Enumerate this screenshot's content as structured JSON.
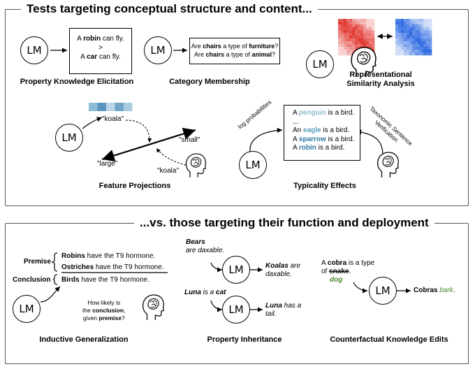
{
  "titles": {
    "top": "Tests targeting conceptual structure and content...",
    "bottom": "...vs. those targeting their function and deployment"
  },
  "lm_label": "LM",
  "property_knowledge": {
    "line1_a": "A ",
    "line1_b": "robin",
    "line1_c": " can fly.",
    "gt": ">",
    "line2_a": "A ",
    "line2_b": "car",
    "line2_c": " can fly.",
    "caption": "Property Knowledge Elicitation"
  },
  "category_membership": {
    "l1_a": "Are ",
    "l1_b": "chairs",
    "l1_c": " a type of ",
    "l1_d": "furniture",
    "l1_e": "?",
    "l2_a": "Are ",
    "l2_b": "chairs",
    "l2_c": " a type of ",
    "l2_d": "animal",
    "l2_e": "?",
    "caption": "Category Membership"
  },
  "rsa": {
    "caption_line1": "Representational",
    "caption_line2": "Similarity Analysis"
  },
  "feature_projections": {
    "koala_top": "\"koala\"",
    "small": "\"small\"",
    "large": "\"large\"",
    "koala_bottom": "\"koala\"",
    "caption": "Feature Projections",
    "vector_colors": [
      "#8dbcd6",
      "#5c95bd",
      "#b9d5e6",
      "#6fa4c7",
      "#a9cbe0"
    ]
  },
  "typicality": {
    "l1_a": "A ",
    "l1_b": "penguin",
    "l1_c": " is a bird.",
    "ellipsis": "...",
    "l2_a": "An ",
    "l2_b": "eagle",
    "l2_c": " is a bird.",
    "l3_a": "A ",
    "l3_b": "sparrow",
    "l3_c": " is a bird.",
    "l4_a": "A ",
    "l4_b": "robin",
    "l4_c": " is a bird.",
    "log_prob": "log probabilities",
    "tsv_line1": "Taxonomic Sentence",
    "tsv_line2": "Verification",
    "caption": "Typicality Effects"
  },
  "inductive": {
    "premise_label": "Premise",
    "p1_a": "Robins",
    "p1_b": " have the T9 hormone.",
    "p2_a": "Ostriches",
    "p2_b": " have the T9 hormone.",
    "conclusion_label": "Conclusion",
    "c_a": "Birds",
    "c_b": " have the T9 hormone.",
    "q1": "How likely is",
    "q2_a": "the ",
    "q2_b": "conclusion",
    "q2_c": ",",
    "q3_a": "given ",
    "q3_b": "premise",
    "q3_c": "?",
    "caption": "Inductive Generalization"
  },
  "inheritance": {
    "bears": "Bears",
    "daxable": "are daxable.",
    "koalas": "Koalas",
    "are": " are",
    "daxable2": "daxable.",
    "luna_a": "Luna",
    "luna_b": " is a ",
    "luna_c": "cat",
    "luna2_a": "Luna",
    "luna2_b": " has a",
    "tail": "tail.",
    "caption": "Property Inheritance"
  },
  "counterfactual": {
    "l1_a": "A ",
    "l1_b": "cobra",
    "l1_c": " is a type",
    "l2_a": "of ",
    "l2_b": "snake",
    "l2_c": ".",
    "dog": "dog",
    "cobras": "Cobras",
    "bark": "bark",
    "period": ".",
    "caption": "Counterfactual Knowledge Edits"
  },
  "colors": {
    "rsa_red": "#e8504a",
    "rsa_blue": "#3f6fd6",
    "blue_accent": "#2e76a5",
    "green_accent": "#4a8c2a"
  }
}
